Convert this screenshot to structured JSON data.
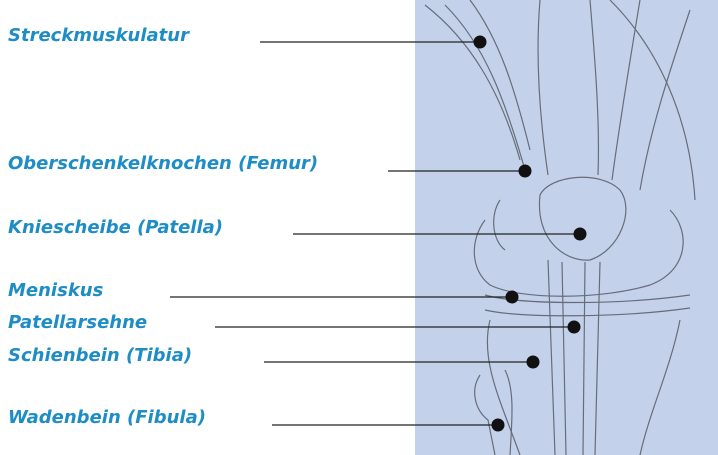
{
  "labels": {
    "streckmuskulatur": "Streckmuskulatur",
    "femur": "Oberschenkelknochen (Femur)",
    "patella": "Kniescheibe (Patella)",
    "meniskus": "Meniskus",
    "patellarsehne": "Patellarsehne",
    "tibia": "Schienbein (Tibia)",
    "fibula": "Wadenbein (Fibula)"
  },
  "colors": {
    "label_text": "#1e8dc6",
    "illustration_background": "#c3d2ea",
    "leader_line": "#222222",
    "marker_dot": "#111111"
  }
}
